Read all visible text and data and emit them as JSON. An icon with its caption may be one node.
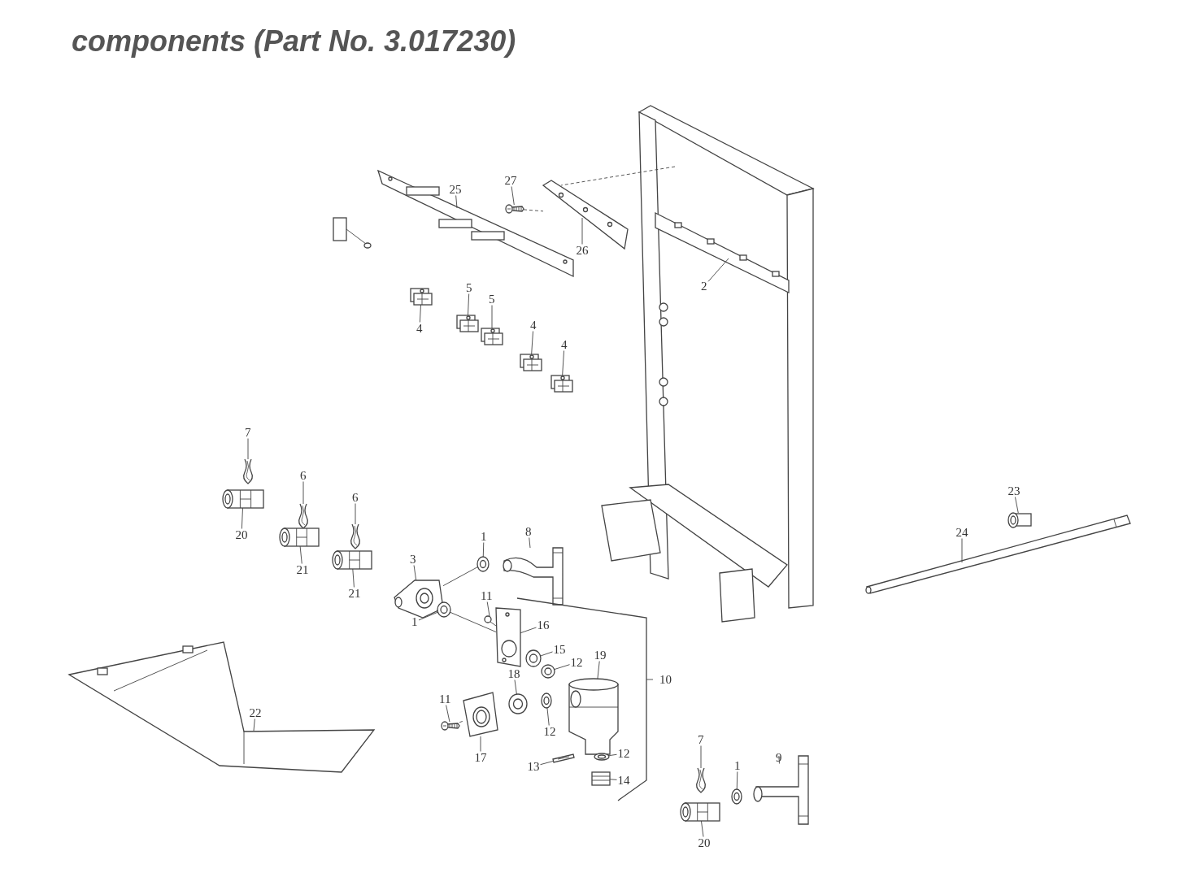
{
  "diagram": {
    "title": "components (Part No. 3.017230)",
    "nodes": [
      {
        "text": [
          "25"
        ]
      },
      {
        "text": [
          "27"
        ]
      },
      {
        "text": [
          "26"
        ]
      },
      {
        "text": [
          "2"
        ]
      },
      {
        "text": [
          "4"
        ]
      },
      {
        "text": [
          "5"
        ]
      },
      {
        "text": [
          "5"
        ]
      },
      {
        "text": [
          "4"
        ]
      },
      {
        "text": [
          "4"
        ]
      },
      {
        "text": [
          "23"
        ]
      },
      {
        "text": [
          "7"
        ]
      },
      {
        "text": [
          "6"
        ]
      },
      {
        "text": [
          "6"
        ]
      },
      {
        "text": [
          "20"
        ]
      },
      {
        "text": [
          "24"
        ]
      },
      {
        "text": [
          "1"
        ]
      },
      {
        "text": [
          "8"
        ]
      },
      {
        "text": [
          "21"
        ]
      },
      {
        "text": [
          "3"
        ]
      },
      {
        "text": [
          "21"
        ]
      },
      {
        "text": [
          "11"
        ]
      },
      {
        "text": [
          "1"
        ]
      },
      {
        "text": [
          "16"
        ]
      },
      {
        "text": [
          "15"
        ]
      },
      {
        "text": [
          "12"
        ]
      },
      {
        "text": [
          "19"
        ]
      },
      {
        "text": [
          "18"
        ]
      },
      {
        "text": [
          "11"
        ]
      },
      {
        "text": [
          "12"
        ]
      },
      {
        "text": [
          "22"
        ]
      },
      {
        "text": [
          "17"
        ]
      },
      {
        "text": [
          "7"
        ]
      },
      {
        "text": [
          "9"
        ]
      },
      {
        "text": [
          "1"
        ]
      },
      {
        "text": [
          "12"
        ]
      },
      {
        "text": [
          "13"
        ]
      },
      {
        "text": [
          "14"
        ]
      },
      {
        "text": [
          "20"
        ]
      },
      {
        "text": [],
        "shape": "picture"
      },
      {
        "text": [],
        "shape": "picture"
      },
      {
        "text": [],
        "shape": "picture"
      },
      {
        "text": [],
        "shape": "picture"
      },
      {
        "text": [],
        "shape": "picture"
      },
      {
        "text": [],
        "shape": "picture"
      },
      {
        "text": [],
        "shape": "picture"
      },
      {
        "text": [],
        "shape": "picture"
      },
      {
        "text": [],
        "shape": "picture"
      },
      {
        "text": [],
        "shape": "picture"
      },
      {
        "text": [],
        "shape": "picture"
      },
      {
        "text": [],
        "shape": "picture"
      },
      {
        "text": [],
        "shape": "picture"
      },
      {
        "text": [],
        "shape": "picture"
      },
      {
        "text": [],
        "shape": "picture"
      },
      {
        "text": [],
        "shape": "picture"
      },
      {
        "text": [],
        "shape": "picture"
      },
      {
        "text": [],
        "shape": "picture"
      },
      {
        "text": [],
        "shape": "picture"
      },
      {
        "text": [],
        "shape": "picture"
      },
      {
        "text": [],
        "shape": "picture"
      },
      {
        "text": [],
        "shape": "picture"
      },
      {
        "text": [],
        "shape": "picture"
      },
      {
        "text": [],
        "shape": "picture"
      },
      {
        "text": [],
        "shape": "picture"
      },
      {
        "text": [],
        "shape": "picture"
      },
      {
        "text": [],
        "shape": "picture"
      },
      {
        "text": [],
        "shape": "picture"
      },
      {
        "text": [],
        "shape": "picture"
      },
      {
        "text": [],
        "shape": "picture"
      },
      {
        "text": [],
        "shape": "picture"
      },
      {
        "text": [],
        "shape": "picture"
      },
      {
        "text": [],
        "shape": "picture"
      },
      {
        "text": [],
        "shape": "picture"
      },
      {
        "text": [],
        "shape": "picture"
      },
      {
        "text": [],
        "shape": "picture"
      },
      {
        "text": [],
        "shape": "picture"
      },
      {
        "text": [],
        "shape": "picture"
      }
    ],
    "edges": [
      {
        "from": 0,
        "to": 38,
        "arrow": "none"
      },
      {
        "from": 1,
        "to": 39,
        "arrow": "none"
      },
      {
        "from": 2,
        "to": 40,
        "arrow": "none"
      },
      {
        "from": 3,
        "to": 41,
        "arrow": "none"
      },
      {
        "from": 4,
        "to": 42,
        "arrow": "none"
      },
      {
        "from": 5,
        "to": 43,
        "arrow": "none"
      },
      {
        "from": 6,
        "to": 44,
        "arrow": "none"
      },
      {
        "from": 7,
        "to": 45,
        "arrow": "none"
      },
      {
        "from": 8,
        "to": 46,
        "arrow": "none"
      },
      {
        "from": 9,
        "to": 47,
        "arrow": "none"
      },
      {
        "from": 10,
        "to": 48,
        "arrow": "none"
      },
      {
        "from": 11,
        "to": 49,
        "arrow": "none"
      },
      {
        "from": 12,
        "to": 50,
        "arrow": "none"
      },
      {
        "from": 13,
        "to": 51,
        "arrow": "none"
      },
      {
        "from": 14,
        "to": 52,
        "arrow": "none"
      },
      {
        "from": 15,
        "to": 53,
        "arrow": "none"
      },
      {
        "from": 16,
        "to": 54,
        "arrow": "none"
      },
      {
        "from": 17,
        "to": 55,
        "arrow": "none"
      },
      {
        "from": 18,
        "to": 56,
        "arrow": "none"
      },
      {
        "from": 19,
        "to": 57,
        "arrow": "none"
      },
      {
        "from": 20,
        "to": 58,
        "arrow": "none"
      },
      {
        "from": 21,
        "to": 59,
        "arrow": "none"
      },
      {
        "from": 22,
        "to": 60,
        "arrow": "none"
      },
      {
        "from": 23,
        "to": 61,
        "arrow": "none"
      },
      {
        "from": 24,
        "to": 62,
        "arrow": "none"
      },
      {
        "from": 25,
        "to": 63,
        "arrow": "none"
      },
      {
        "from": 26,
        "to": 64,
        "arrow": "none"
      },
      {
        "from": 27,
        "to": 65,
        "arrow": "none"
      },
      {
        "from": 28,
        "to": 66,
        "arrow": "none"
      },
      {
        "from": 29,
        "to": 67,
        "arrow": "none"
      },
      {
        "from": 30,
        "to": 68,
        "arrow": "none"
      },
      {
        "from": 31,
        "to": 69,
        "arrow": "none"
      },
      {
        "from": 32,
        "to": 70,
        "arrow": "none"
      },
      {
        "from": 33,
        "to": 71,
        "arrow": "none"
      },
      {
        "from": 34,
        "to": 72,
        "arrow": "none"
      },
      {
        "from": 35,
        "to": 73,
        "arrow": "none"
      },
      {
        "from": 36,
        "to": 74,
        "arrow": "none"
      },
      {
        "from": 37,
        "to": 75,
        "arrow": "none"
      },
      {
        "from": 39,
        "to": 40,
        "arrow": "none",
        "style": "dashed"
      },
      {
        "from": 56,
        "to": 53,
        "arrow": "none"
      },
      {
        "from": 59,
        "to": 60,
        "arrow": "none"
      },
      {
        "from": 65,
        "to": 68,
        "arrow": "none",
        "style": "dashed"
      }
    ],
    "labels": [
      "10"
    ]
  }
}
